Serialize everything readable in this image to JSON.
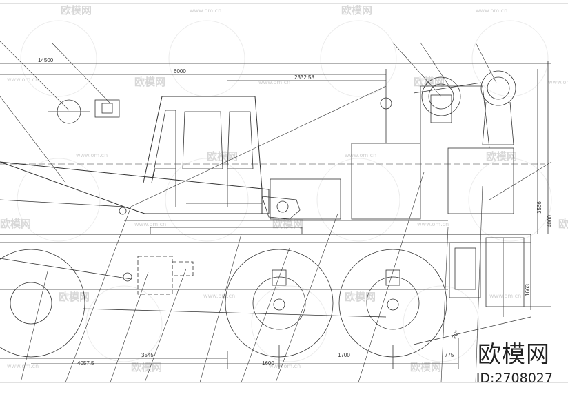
{
  "watermark": {
    "brand": "欧模网",
    "url": "www.om.cn"
  },
  "brand": {
    "name": "欧模网",
    "id_label": "ID:2708027"
  },
  "dimensions": {
    "d14500": "14500",
    "d6000": "6000",
    "d2332": "2332.58",
    "d3545": "3545",
    "d4057": "4057.5",
    "d1600": "1600",
    "d1700": "1700",
    "d775": "775",
    "d3566": "3566",
    "d4000": "4000",
    "d1663": "1663",
    "d20": "20°"
  }
}
